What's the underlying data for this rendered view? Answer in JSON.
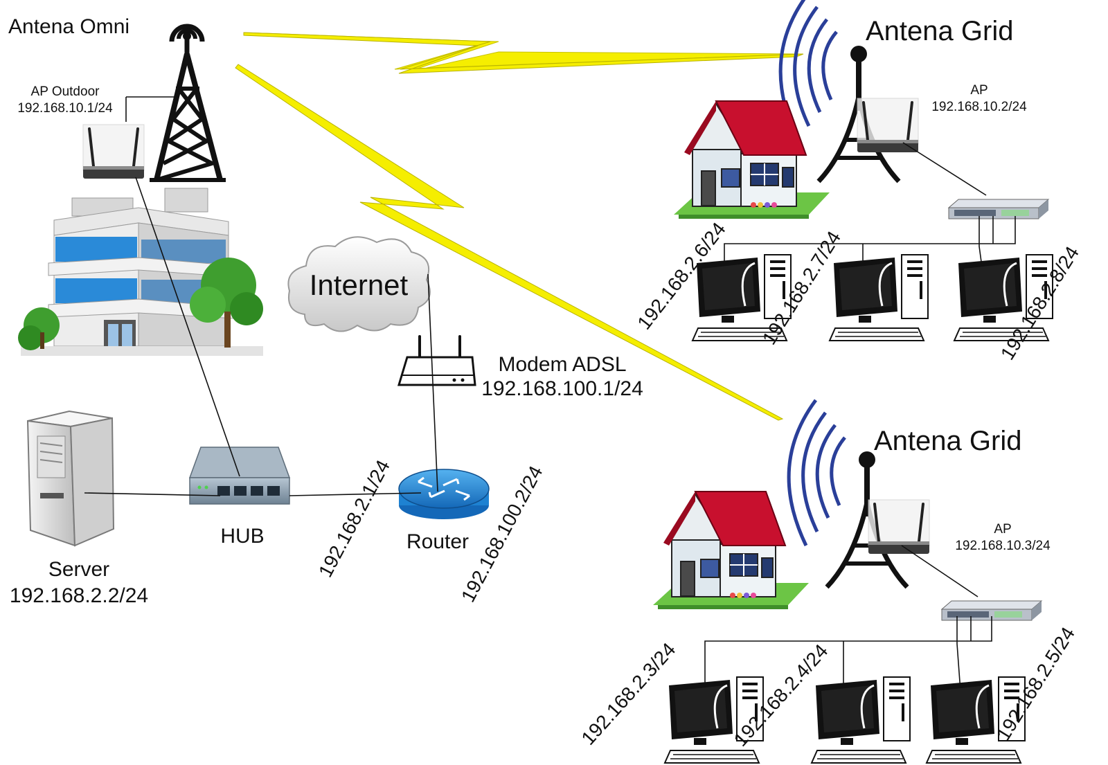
{
  "labels": {
    "omni_antenna": "Antena Omni",
    "ap_outdoor": "AP Outdoor",
    "ap_outdoor_ip": "192.168.10.1/24",
    "internet": "Internet",
    "modem": "Modem ADSL",
    "modem_ip": "192.168.100.1/24",
    "hub": "HUB",
    "router": "Router",
    "router_lan_ip": "192.168.2.1/24",
    "router_wan_ip": "192.168.100.2/24",
    "server": "Server",
    "server_ip": "192.168.2.2/24",
    "grid_top": "Antena Grid",
    "ap_top": "AP",
    "ap_top_ip": "192.168.10.2/24",
    "pc_top_1": "192.168.2.6/24",
    "pc_top_2": "192.168.2.7/24",
    "pc_top_3": "192.168.2.8/24",
    "grid_bottom": "Antena Grid",
    "ap_bottom": "AP",
    "ap_bottom_ip": "192.168.10.3/24",
    "pc_bottom_1": "192.168.2.3/24",
    "pc_bottom_2": "192.168.2.4/24",
    "pc_bottom_3": "192.168.2.5/24"
  },
  "colors": {
    "wireless_link": "#f5ee00",
    "roof": "#c8102e",
    "grass": "#5fbf3a",
    "router_blue": "#1e82d2",
    "signal_arc": "#1f3f99",
    "glass": "#2a8ad8",
    "tree": "#3f9e2f"
  },
  "icons": [
    "antenna-omni-icon",
    "antenna-grid-icon",
    "access-point-icon",
    "building-icon",
    "cloud-icon",
    "modem-icon",
    "hub-icon",
    "router-icon",
    "server-icon",
    "house-icon",
    "switch-icon",
    "computer-icon",
    "wireless-link-icon"
  ]
}
